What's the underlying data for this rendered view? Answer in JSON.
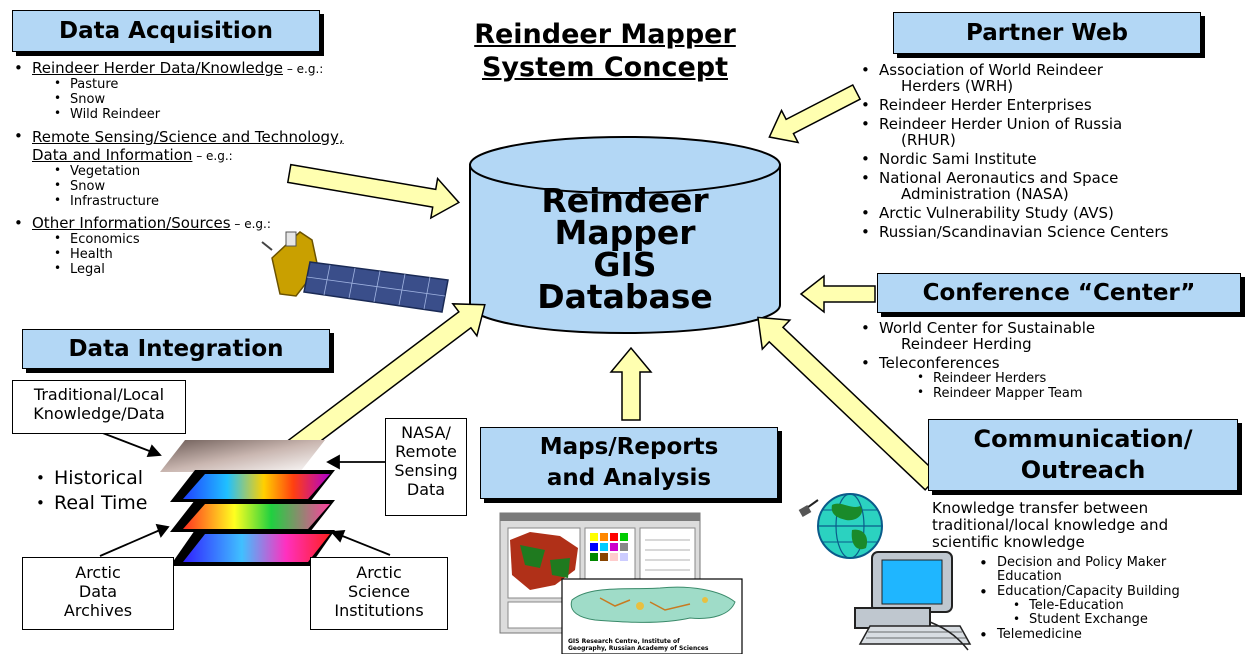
{
  "title": {
    "line1": "Reindeer Mapper",
    "line2": "System Concept"
  },
  "database": {
    "lines": [
      "Reindeer",
      "Mapper",
      "GIS",
      "Database"
    ]
  },
  "data_acquisition": {
    "heading": "Data Acquisition",
    "groups": [
      {
        "label": "Reindeer Herder Data/Knowledge",
        "suffix": " – e.g.:",
        "items": [
          "Pasture",
          "Snow",
          "Wild Reindeer"
        ]
      },
      {
        "label_line1": "Remote Sensing/Science and Technology,",
        "label_line2": "Data and Information",
        "suffix": " – e.g.:",
        "items": [
          "Vegetation",
          "Snow",
          "Infrastructure"
        ]
      },
      {
        "label": "Other Information/Sources",
        "suffix": " – e.g.:",
        "items": [
          "Economics",
          "Health",
          "Legal"
        ]
      }
    ]
  },
  "partner_web": {
    "heading": "Partner Web",
    "items": [
      {
        "line1": "Association of World Reindeer",
        "line2": "Herders (WRH)"
      },
      {
        "line1": "Reindeer Herder Enterprises"
      },
      {
        "line1": "Reindeer Herder Union of Russia",
        "line2": "(RHUR)"
      },
      {
        "line1": "Nordic Sami Institute"
      },
      {
        "line1": "National Aeronautics and Space",
        "line2": "Administration (NASA)"
      },
      {
        "line1": "Arctic Vulnerability Study (AVS)"
      },
      {
        "line1": "Russian/Scandinavian Science Centers"
      }
    ]
  },
  "conference": {
    "heading": "Conference “Center”",
    "items": [
      {
        "line1": "World Center for Sustainable",
        "line2": "Reindeer Herding"
      },
      {
        "line1": "Teleconferences",
        "sub": [
          "Reindeer Herders",
          "Reindeer Mapper Team"
        ]
      }
    ]
  },
  "data_integration": {
    "heading": "Data Integration",
    "traditional": {
      "line1": "Traditional/Local",
      "line2": "Knowledge/Data"
    },
    "nasa": {
      "line1": "NASA/",
      "line2": "Remote",
      "line3": "Sensing",
      "line4": "Data"
    },
    "archives": {
      "line1": "Arctic",
      "line2": "Data",
      "line3": "Archives"
    },
    "institutions": {
      "line1": "Arctic",
      "line2": "Science",
      "line3": "Institutions"
    },
    "modes": [
      "Historical",
      "Real Time"
    ]
  },
  "maps": {
    "heading_line1": "Maps/Reports",
    "heading_line2": "and Analysis",
    "caption_line1": "GIS Research Centre, Institute of",
    "caption_line2": "Geography, Russian Academy of Sciences"
  },
  "communication": {
    "heading_line1": "Communication/",
    "heading_line2": "Outreach",
    "intro": [
      "Knowledge transfer between",
      "traditional/local knowledge and",
      "scientific knowledge"
    ],
    "items": [
      {
        "line1": "Decision and Policy Maker",
        "line2": "Education"
      },
      {
        "line1": "Education/Capacity Building",
        "sub": [
          "Tele-Education",
          "Student Exchange"
        ]
      },
      {
        "line1": "Telemedicine"
      }
    ]
  },
  "colors": {
    "heading_bg": "#b3d7f5",
    "database_fill": "#b3d7f5",
    "arrow_fill": "#ffffb0"
  },
  "icons": [
    "satellite-icon",
    "globe-icon",
    "computer-icon"
  ]
}
